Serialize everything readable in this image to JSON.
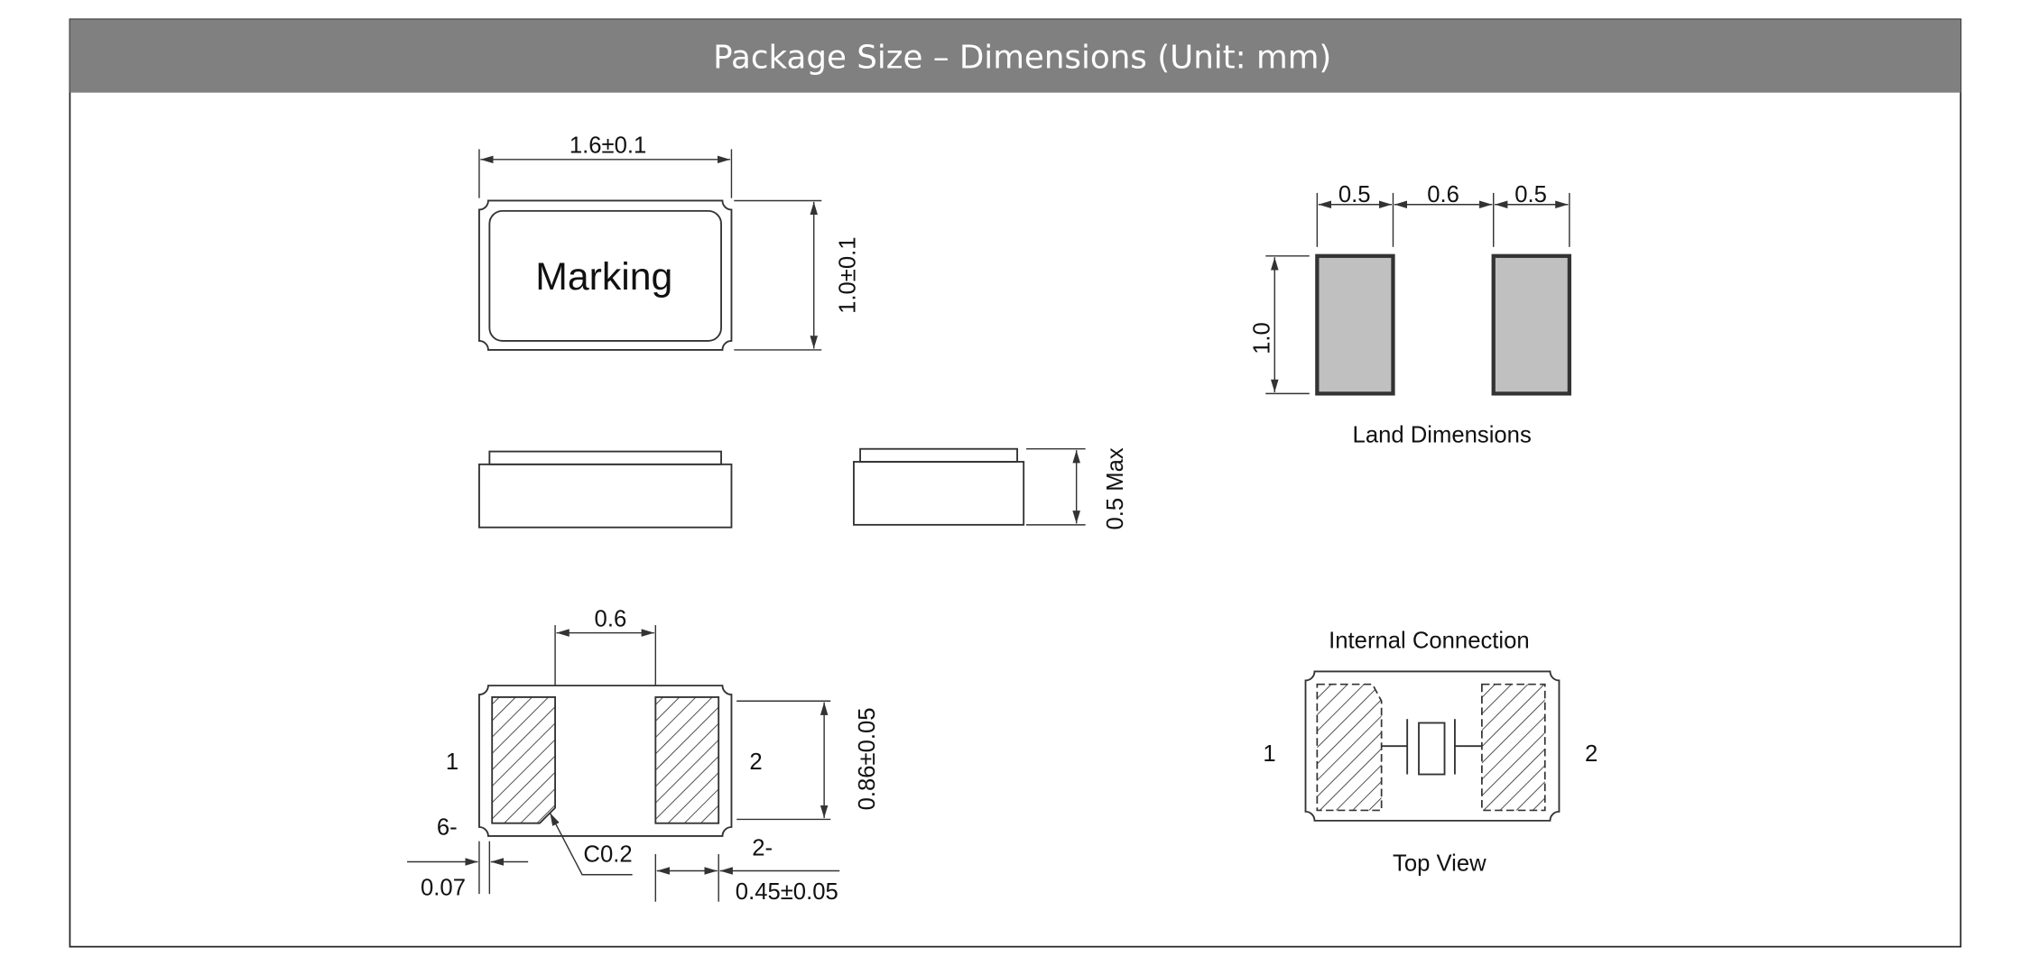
{
  "header": {
    "title": "Package Size – Dimensions (Unit: mm)",
    "bar_color": "#808080"
  },
  "top_view": {
    "marking": "Marking",
    "width_dim": "1.6±0.1",
    "height_dim": "1.0±0.1"
  },
  "side_view": {
    "height_dim": "0.5 Max"
  },
  "bottom_view": {
    "pad_gap": "0.6",
    "pad_height": "0.86±0.05",
    "pin1": "1",
    "pin2": "2",
    "corner_count": "6-",
    "corner_dim": "0.07",
    "chamfer": "C0.2",
    "pad_count": "2-",
    "pad_width": "0.45±0.05"
  },
  "land": {
    "w1": "0.5",
    "gap": "0.6",
    "w2": "0.5",
    "height": "1.0",
    "caption": "Land Dimensions",
    "pad_fill": "#c0c0c0"
  },
  "internal": {
    "title": "Internal Connection",
    "pin1": "1",
    "pin2": "2",
    "caption": "Top View"
  }
}
